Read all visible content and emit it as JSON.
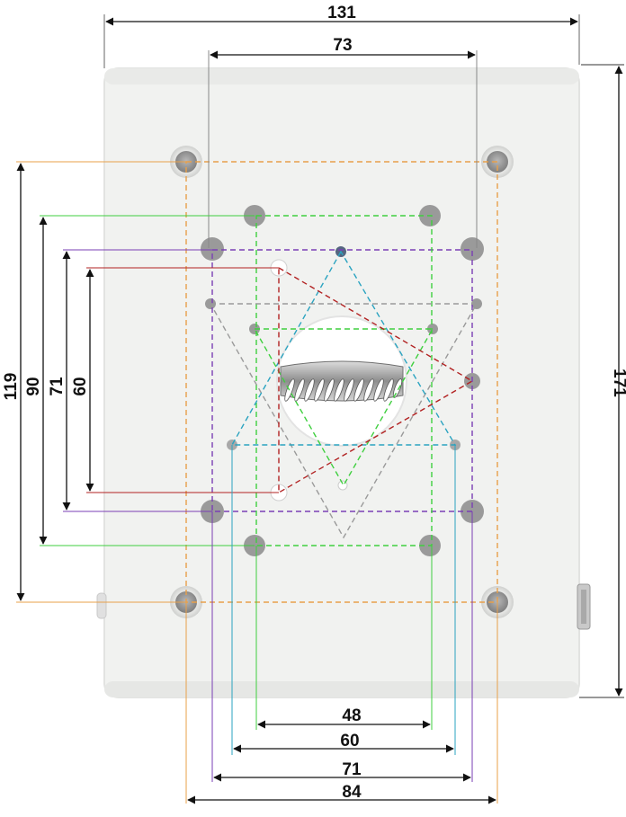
{
  "dimensions": {
    "top_width": "131",
    "top_inner": "73",
    "right_height": "171",
    "left_119": "119",
    "left_90": "90",
    "left_71": "71",
    "left_60": "60",
    "bottom_48": "48",
    "bottom_60": "60",
    "bottom_71": "71",
    "bottom_84": "84"
  },
  "colors": {
    "orange": "#e8a04a",
    "green": "#3fcf3f",
    "purple": "#7a3fb5",
    "red": "#b22222",
    "cyan": "#2aa3c0",
    "gray": "#9a9a9a",
    "plate": "#f1f2f0",
    "hole": "#9a9a9a"
  }
}
